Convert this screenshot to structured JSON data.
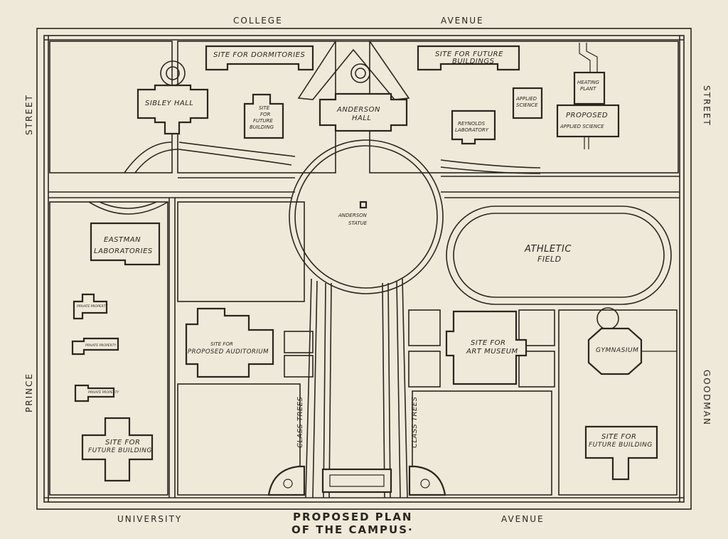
{
  "streets": {
    "top_left": "COLLEGE",
    "top_right": "AVENUE",
    "left_upper": "STREET",
    "left_lower": "PRINCE",
    "right_upper": "STREET",
    "right_lower": "GOODMAN",
    "bottom_left": "UNIVERSITY",
    "bottom_right": "AVENUE"
  },
  "title": {
    "line1": "PROPOSED PLAN",
    "line2": "OF THE CAMPUS·"
  },
  "buildings": {
    "site_dormitories": "SITE FOR DORMITORIES",
    "site_future_buildings_1": "SITE FOR FUTURE",
    "site_future_buildings_2": "BUILDINGS",
    "heating_plant_1": "HEATING",
    "heating_plant_2": "PLANT",
    "sibley_hall": "SIBLEY HALL",
    "site_future_building_a_1": "SITE",
    "site_future_building_a_2": "FOR",
    "site_future_building_a_3": "FUTURE",
    "site_future_building_a_4": "BUILDING",
    "anderson_hall_1": "ANDERSON",
    "anderson_hall_2": "HALL",
    "reynolds_lab_1": "REYNOLDS",
    "reynolds_lab_2": "LABORATORY",
    "applied_science_1": "APPLIED",
    "applied_science_2": "SCIENCE",
    "proposed_applied_1": "PROPOSED",
    "proposed_applied_2": "APPLIED SCIENCE",
    "anderson_statue_1": "ANDERSON",
    "anderson_statue_2": "STATUE",
    "eastman_1": "EASTMAN",
    "eastman_2": "LABORATORIES",
    "athletic_1": "ATHLETIC",
    "athletic_2": "FIELD",
    "private_1": "PRIVATE PROPERTY",
    "private_2": "PRIVATE PROPERTY",
    "private_3": "PRIVATE PROPERTY",
    "auditorium_1": "SITE FOR",
    "auditorium_2": "PROPOSED AUDITORIUM",
    "art_museum_1": "SITE FOR",
    "art_museum_2": "ART MUSEUM",
    "gymnasium": "GYMNASIUM",
    "future_bl_1": "SITE FOR",
    "future_bl_2": "FUTURE BUILDING",
    "future_br_1": "SITE FOR",
    "future_br_2": "FUTURE BUILDING",
    "class_trees_left": "CLASS TREES",
    "class_trees_right": "CLASS TREES"
  }
}
